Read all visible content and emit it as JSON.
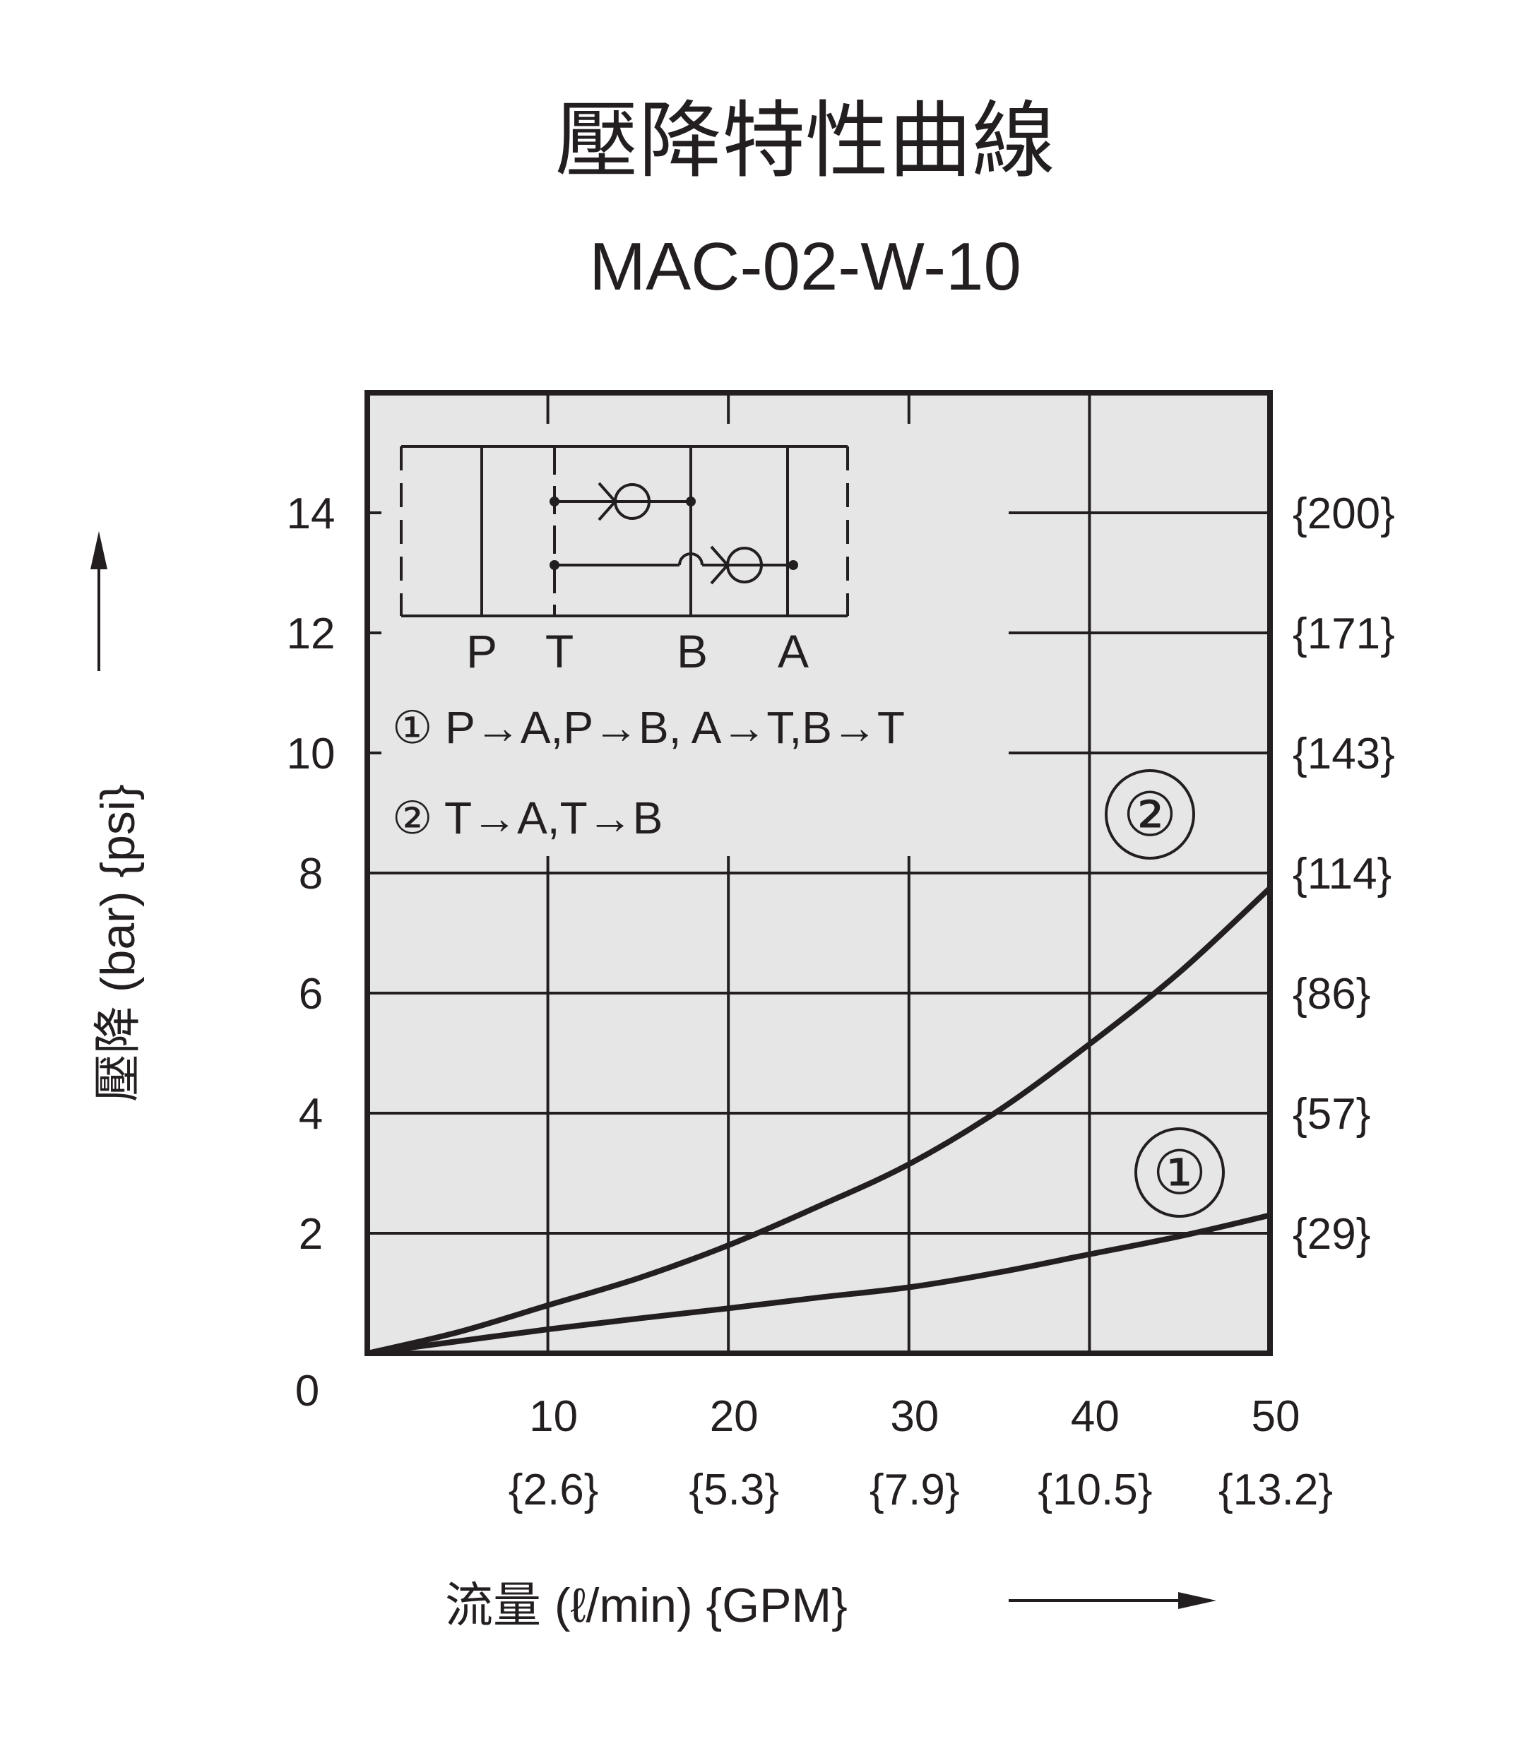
{
  "chart_data": {
    "type": "line",
    "title": "壓降特性曲線",
    "subtitle": "MAC-02-W-10",
    "xlabel": "流量 (ℓ/min) {GPM}",
    "ylabel": "壓降 (bar) {psi}",
    "xlim": [
      0,
      50
    ],
    "ylim": [
      0,
      16
    ],
    "origin_label": "0",
    "x_ticks": [
      "10",
      "20",
      "30",
      "40",
      "50"
    ],
    "x_ticks_secondary": [
      "{2.6}",
      "{5.3}",
      "{7.9}",
      "{10.5}",
      "{13.2}"
    ],
    "y_ticks": [
      "2",
      "4",
      "6",
      "8",
      "10",
      "12",
      "14"
    ],
    "y_ticks_secondary": [
      "{29}",
      "{57}",
      "{86}",
      "{114}",
      "{143}",
      "{171}",
      "{200}"
    ],
    "grid": true,
    "series": [
      {
        "name": "①",
        "x": [
          0,
          5,
          10,
          15,
          20,
          25,
          30,
          35,
          40,
          45,
          50
        ],
        "y": [
          0,
          0.2,
          0.4,
          0.58,
          0.75,
          0.93,
          1.1,
          1.35,
          1.65,
          1.95,
          2.3
        ]
      },
      {
        "name": "②",
        "x": [
          0,
          5,
          10,
          15,
          20,
          25,
          30,
          35,
          40,
          45,
          50
        ],
        "y": [
          0,
          0.35,
          0.8,
          1.25,
          1.8,
          2.45,
          3.15,
          4.05,
          5.15,
          6.35,
          7.75
        ]
      }
    ],
    "legend_entries": [
      "① P→A,P→B, A→T,B→T",
      "② T→A,T→B"
    ],
    "series_markers": [
      "①",
      "②"
    ],
    "port_labels": [
      "P",
      "T",
      "B",
      "A"
    ],
    "colors": {
      "plot_bg": "#e6e6e7",
      "ink": "#231f20"
    }
  }
}
